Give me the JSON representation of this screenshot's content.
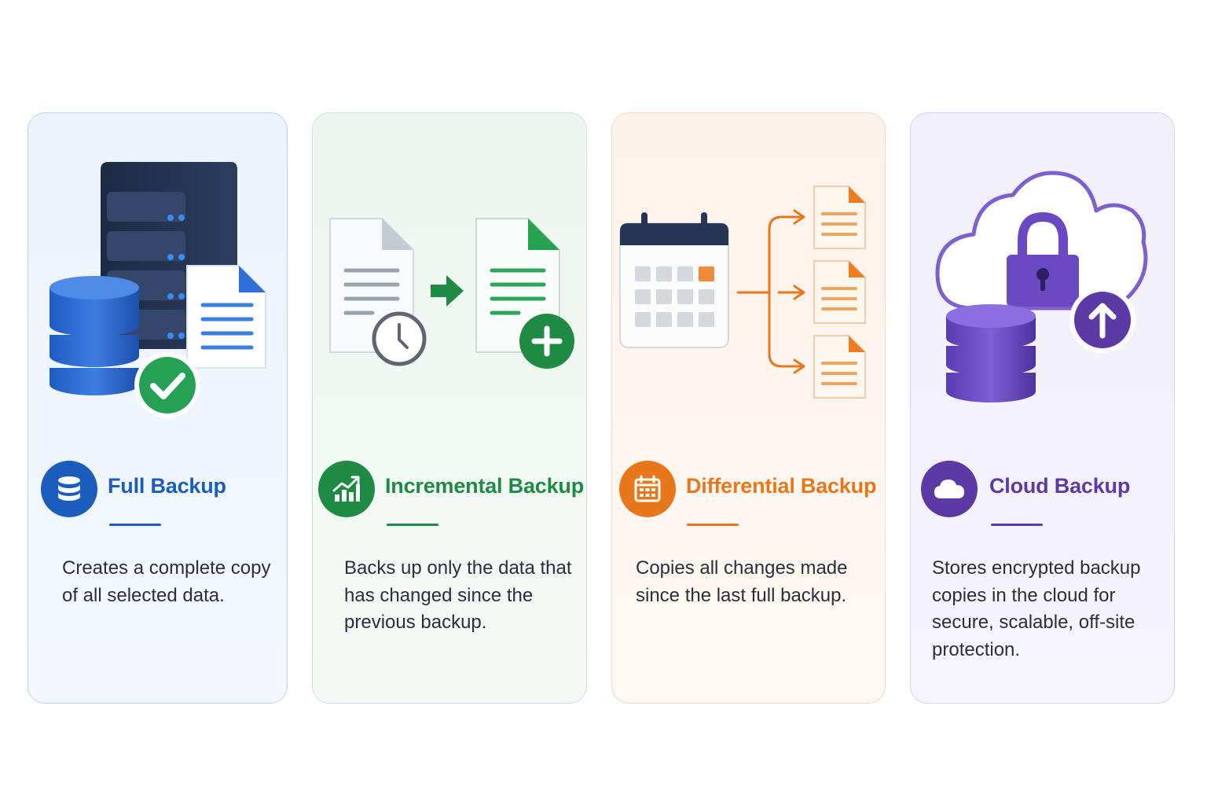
{
  "cards": [
    {
      "title": "Full Backup",
      "description": "Creates a complete copy of all selected data.",
      "accent": "#1a5dbd",
      "icon": "database-icon",
      "illustration": [
        "server-rack-icon",
        "database-stack-icon",
        "document-icon",
        "checkmark-badge-icon"
      ]
    },
    {
      "title": "Incremental Backup",
      "description": "Backs up only the data that has changed since the previous backup.",
      "accent": "#1f8a44",
      "icon": "growth-chart-icon",
      "illustration": [
        "document-with-clock-icon",
        "arrow-right-icon",
        "new-document-plus-icon"
      ]
    },
    {
      "title": "Differential Backup",
      "description": "Copies all changes made since the last full backup.",
      "accent": "#e8771b",
      "icon": "calendar-icon",
      "illustration": [
        "calendar-icon",
        "branching-arrows-icon",
        "document-copies-icon"
      ]
    },
    {
      "title": "Cloud Backup",
      "description": "Stores encrypted backup copies in the cloud for secure, scalable, off-site protection.",
      "accent": "#5b3aa6",
      "icon": "cloud-icon",
      "illustration": [
        "cloud-icon",
        "padlock-icon",
        "database-stack-icon",
        "upload-arrow-icon"
      ]
    }
  ]
}
